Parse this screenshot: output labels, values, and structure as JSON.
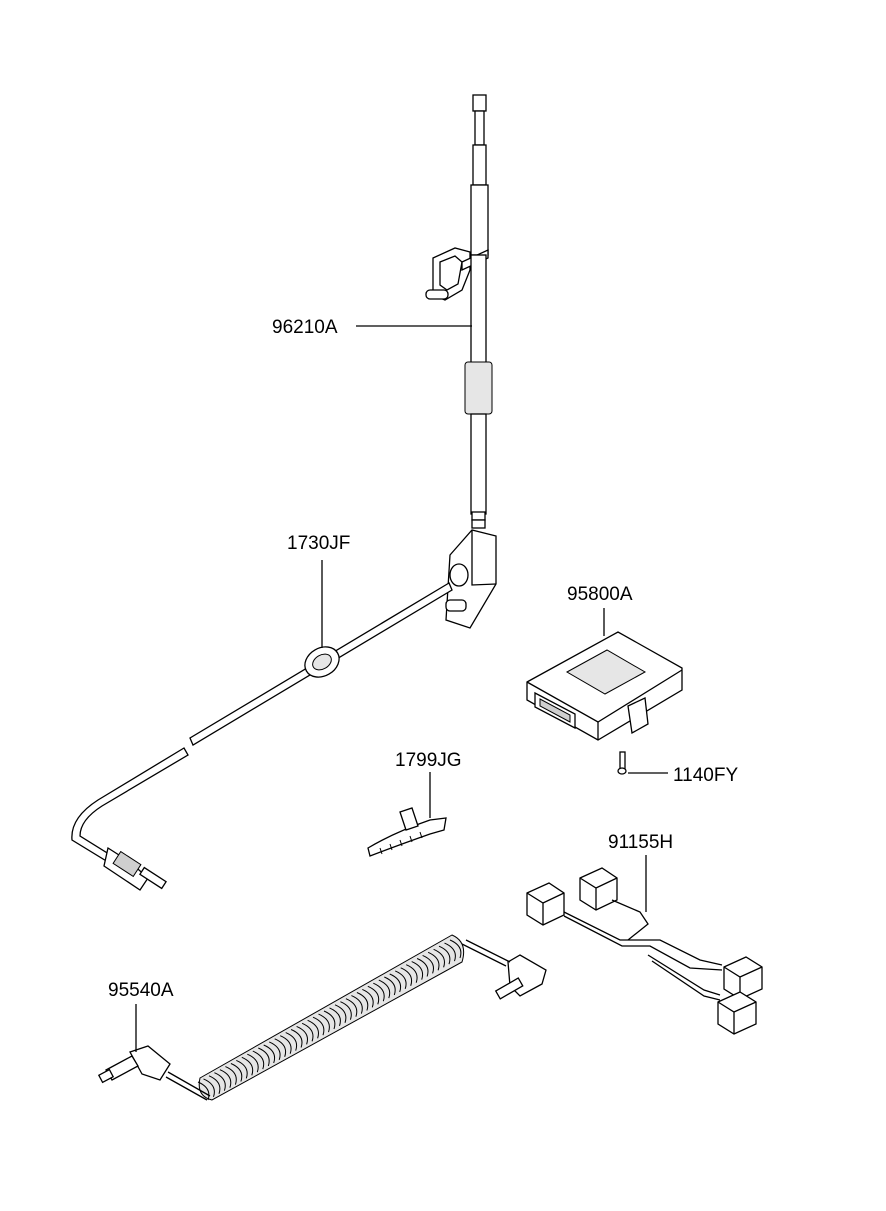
{
  "parts": [
    {
      "id": "antenna",
      "part_number": "96210A",
      "icon": "antenna-mast-icon"
    },
    {
      "id": "grommet",
      "part_number": "1730JF",
      "icon": "grommet-icon"
    },
    {
      "id": "module",
      "part_number": "95800A",
      "icon": "control-module-icon"
    },
    {
      "id": "screw",
      "part_number": "1140FY",
      "icon": "screw-icon"
    },
    {
      "id": "clip",
      "part_number": "1799JG",
      "icon": "cable-tie-icon"
    },
    {
      "id": "harness",
      "part_number": "91155H",
      "icon": "wiring-harness-icon"
    },
    {
      "id": "coil-cable",
      "part_number": "95540A",
      "icon": "coiled-cable-icon"
    }
  ]
}
